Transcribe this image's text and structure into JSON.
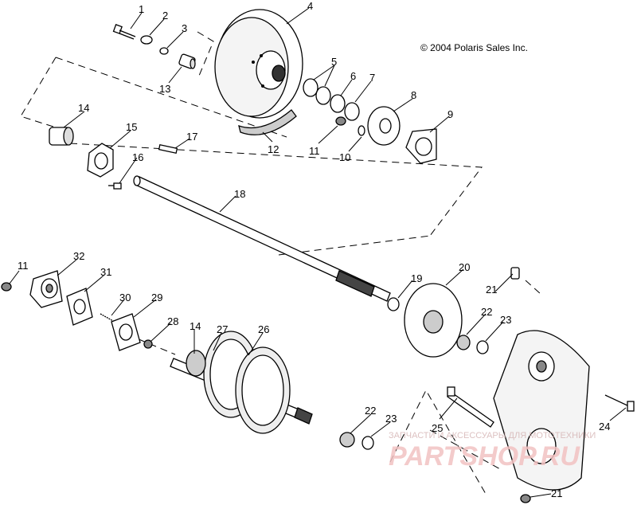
{
  "copyright": "© 2004 Polaris Sales Inc.",
  "watermark": {
    "tagline": "ЗАПЧАСТИ И АКСЕССУАРЫ ДЛЯ МОТОТЕХНИКИ",
    "brand": "PARTSHOP.RU"
  },
  "callouts": [
    {
      "id": "c1",
      "label": "1"
    },
    {
      "id": "c2",
      "label": "2"
    },
    {
      "id": "c3",
      "label": "3"
    },
    {
      "id": "c4",
      "label": "4"
    },
    {
      "id": "c5",
      "label": "5"
    },
    {
      "id": "c6",
      "label": "6"
    },
    {
      "id": "c7",
      "label": "7"
    },
    {
      "id": "c8",
      "label": "8"
    },
    {
      "id": "c9",
      "label": "9"
    },
    {
      "id": "c10",
      "label": "10"
    },
    {
      "id": "c11a",
      "label": "11"
    },
    {
      "id": "c12",
      "label": "12"
    },
    {
      "id": "c13",
      "label": "13"
    },
    {
      "id": "c14a",
      "label": "14"
    },
    {
      "id": "c15",
      "label": "15"
    },
    {
      "id": "c16",
      "label": "16"
    },
    {
      "id": "c17",
      "label": "17"
    },
    {
      "id": "c18",
      "label": "18"
    },
    {
      "id": "c11b",
      "label": "11"
    },
    {
      "id": "c32",
      "label": "32"
    },
    {
      "id": "c31",
      "label": "31"
    },
    {
      "id": "c30",
      "label": "30"
    },
    {
      "id": "c29",
      "label": "29"
    },
    {
      "id": "c28",
      "label": "28"
    },
    {
      "id": "c14b",
      "label": "14"
    },
    {
      "id": "c27",
      "label": "27"
    },
    {
      "id": "c26",
      "label": "26"
    },
    {
      "id": "c19",
      "label": "19"
    },
    {
      "id": "c20",
      "label": "20"
    },
    {
      "id": "c21a",
      "label": "21"
    },
    {
      "id": "c22a",
      "label": "22"
    },
    {
      "id": "c23a",
      "label": "23"
    },
    {
      "id": "c22b",
      "label": "22"
    },
    {
      "id": "c23b",
      "label": "23"
    },
    {
      "id": "c25",
      "label": "25"
    },
    {
      "id": "c24",
      "label": "24"
    },
    {
      "id": "c21b",
      "label": "21"
    }
  ]
}
